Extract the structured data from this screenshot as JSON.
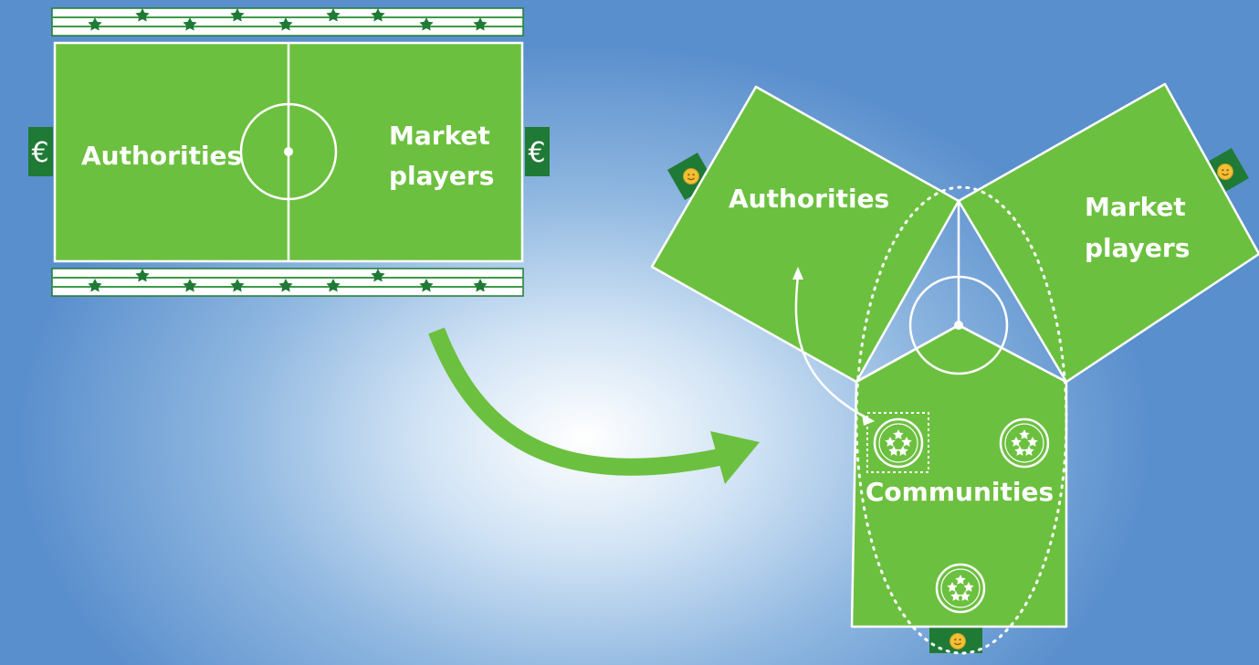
{
  "colors": {
    "pitch": "#6cc03f",
    "pitch_line": "#ffffff",
    "dark_green": "#1f7a35",
    "arrow": "#6cc03f",
    "coin": "#f2c037"
  },
  "left_diagram": {
    "left_label": "Authorities",
    "right_label_line1": "Market",
    "right_label_line2": "players",
    "left_goal_symbol": "€",
    "right_goal_symbol": "€"
  },
  "right_diagram": {
    "top_left_label": "Authorities",
    "top_right_label_line1": "Market",
    "top_right_label_line2": "players",
    "bottom_label": "Communities"
  },
  "icons": {
    "stand_star": "star-icon",
    "goal_coin": "smiley-coin-icon",
    "community_badge": "star-cluster-badge-icon",
    "transition": "curved-arrow-icon"
  }
}
